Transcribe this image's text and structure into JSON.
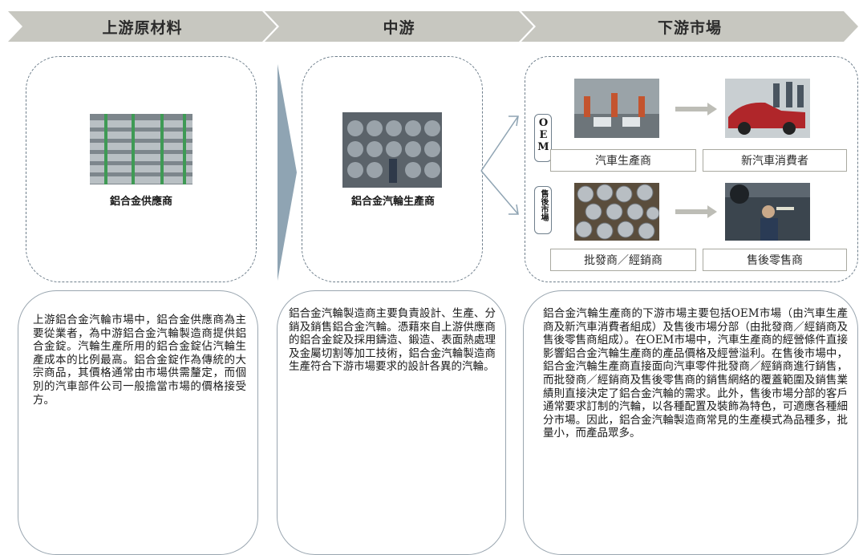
{
  "header": {
    "upstream": "上游原材料",
    "midstream": "中游",
    "downstream": "下游市場"
  },
  "upstream": {
    "caption": "鋁合金供應商",
    "description": "上游鋁合金汽輪市場中，鋁合金供應商為主要從業者，為中游鋁合金汽輪製造商提供鋁合金錠。汽輪生產所用的鋁合金錠佔汽輪生產成本的比例最高。鋁合金錠作為傳統的大宗商品，其價格通常由市場供需釐定，而個別的汽車部件公司一般擔當市場的價格接受方。"
  },
  "midstream": {
    "caption": "鋁合金汽輪生產商",
    "description": "鋁合金汽輪製造商主要負責設計、生產、分銷及銷售鋁合金汽輪。憑藉來自上游供應商的鋁合金錠及採用鑄造、鍛造、表面熱處理及金屬切割等加工技術，鋁合金汽輪製造商生產符合下游市場要求的設計各異的汽輪。"
  },
  "downstream": {
    "oem_tag": "OEM",
    "oem_left": "汽車生產商",
    "oem_right": "新汽車消費者",
    "after_tag": "售後市場",
    "after_left": "批發商／經銷商",
    "after_right": "售後零售商",
    "description": "鋁合金汽輪生產商的下游市場主要包括OEM市場（由汽車生產商及新汽車消費者組成）及售後市場分部（由批發商／經銷商及售後零售商組成）。在OEM市場中，汽車生產商的經營條件直接影響鋁合金汽輪生產商的產品價格及經營溢利。在售後市場中，鋁合金汽輪生產商直接面向汽車零件批發商／經銷商進行銷售，而批發商／經銷商及售後零售商的銷售網絡的覆蓋範圍及銷售業績則直接決定了鋁合金汽輪的需求。此外，售後市場分部的客戶通常要求訂制的汽輪，以各種配置及裝飾為特色，可適應各種細分市場。因此，鋁合金汽輪製造商常見的生產模式為品種多，批量小，而產品眾多。"
  },
  "colors": {
    "banner": "#c7c7c0",
    "dashed_border": "#6f7f8c",
    "arrow": "#bdbdb6"
  }
}
